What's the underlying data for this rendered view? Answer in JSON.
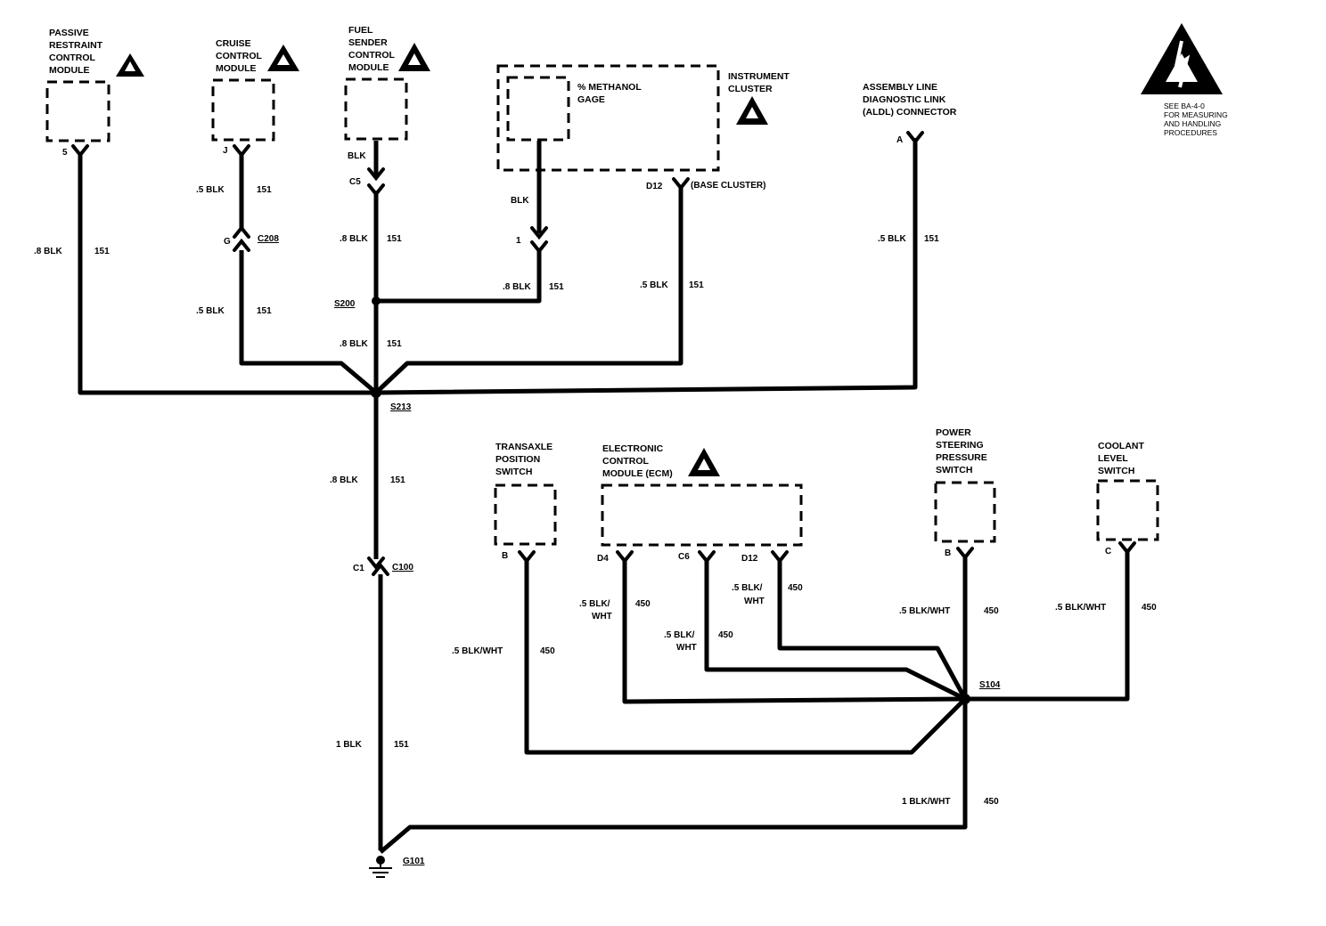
{
  "components": {
    "prcm": [
      "PASSIVE",
      "RESTRAINT",
      "CONTROL",
      "MODULE"
    ],
    "ccm": [
      "CRUISE",
      "CONTROL",
      "MODULE"
    ],
    "fscm": [
      "FUEL",
      "SENDER",
      "CONTROL",
      "MODULE"
    ],
    "methanol": [
      "% METHANOL",
      "GAGE"
    ],
    "cluster": [
      "INSTRUMENT",
      "CLUSTER"
    ],
    "aldl": [
      "ASSEMBLY LINE",
      "DIAGNOSTIC LINK",
      "(ALDL) CONNECTOR"
    ],
    "tps": [
      "TRANSAXLE",
      "POSITION",
      "SWITCH"
    ],
    "ecm": [
      "ELECTRONIC",
      "CONTROL",
      "MODULE (ECM)"
    ],
    "psps": [
      "POWER",
      "STEERING",
      "PRESSURE",
      "SWITCH"
    ],
    "cls": [
      "COOLANT",
      "LEVEL",
      "SWITCH"
    ]
  },
  "esd_note": [
    "SEE BA-4-0",
    "FOR MEASURING",
    "AND HANDLING",
    "PROCEDURES"
  ],
  "pins": {
    "prcm": "5",
    "ccm": "J",
    "fscm_blk": "BLK",
    "c5": "C5",
    "g": "G",
    "c208": "C208",
    "meth_blk": "BLK",
    "meth_1": "1",
    "d12_cluster": "D12",
    "base_cluster": "(BASE CLUSTER)",
    "aldl": "A",
    "tps": "B",
    "ecm_d4": "D4",
    "ecm_c6": "C6",
    "ecm_d12": "D12",
    "psps": "B",
    "cls": "C",
    "c1": "C1",
    "c100": "C100"
  },
  "splices": {
    "s200": "S200",
    "s213": "S213",
    "s104": "S104",
    "g101": "G101"
  },
  "wires": [
    {
      "id": "prcm",
      "size": ".8 BLK",
      "circuit": "151"
    },
    {
      "id": "ccm_top",
      "size": ".5 BLK",
      "circuit": "151"
    },
    {
      "id": "ccm_bot",
      "size": ".5 BLK",
      "circuit": "151"
    },
    {
      "id": "fscm",
      "size": ".8 BLK",
      "circuit": "151"
    },
    {
      "id": "meth",
      "size": ".8 BLK",
      "circuit": "151"
    },
    {
      "id": "cluster",
      "size": ".5 BLK",
      "circuit": "151"
    },
    {
      "id": "aldl",
      "size": ".5 BLK",
      "circuit": "151"
    },
    {
      "id": "s200_s213",
      "size": ".8 BLK",
      "circuit": "151"
    },
    {
      "id": "s213_c100",
      "size": ".8 BLK",
      "circuit": "151"
    },
    {
      "id": "c100_g101",
      "size": "1 BLK",
      "circuit": "151"
    },
    {
      "id": "tps",
      "size": ".5 BLK/WHT",
      "circuit": "450"
    },
    {
      "id": "ecm_d4",
      "size_lines": [
        ".5 BLK/",
        "WHT"
      ],
      "circuit": "450"
    },
    {
      "id": "ecm_c6",
      "size_lines": [
        ".5 BLK/",
        "WHT"
      ],
      "circuit": "450"
    },
    {
      "id": "ecm_d12",
      "size_lines": [
        ".5 BLK/",
        "WHT"
      ],
      "circuit": "450"
    },
    {
      "id": "psps",
      "size": ".5 BLK/WHT",
      "circuit": "450"
    },
    {
      "id": "cls",
      "size": ".5 BLK/WHT",
      "circuit": "450"
    },
    {
      "id": "s104_g101",
      "size": "1 BLK/WHT",
      "circuit": "450"
    }
  ]
}
